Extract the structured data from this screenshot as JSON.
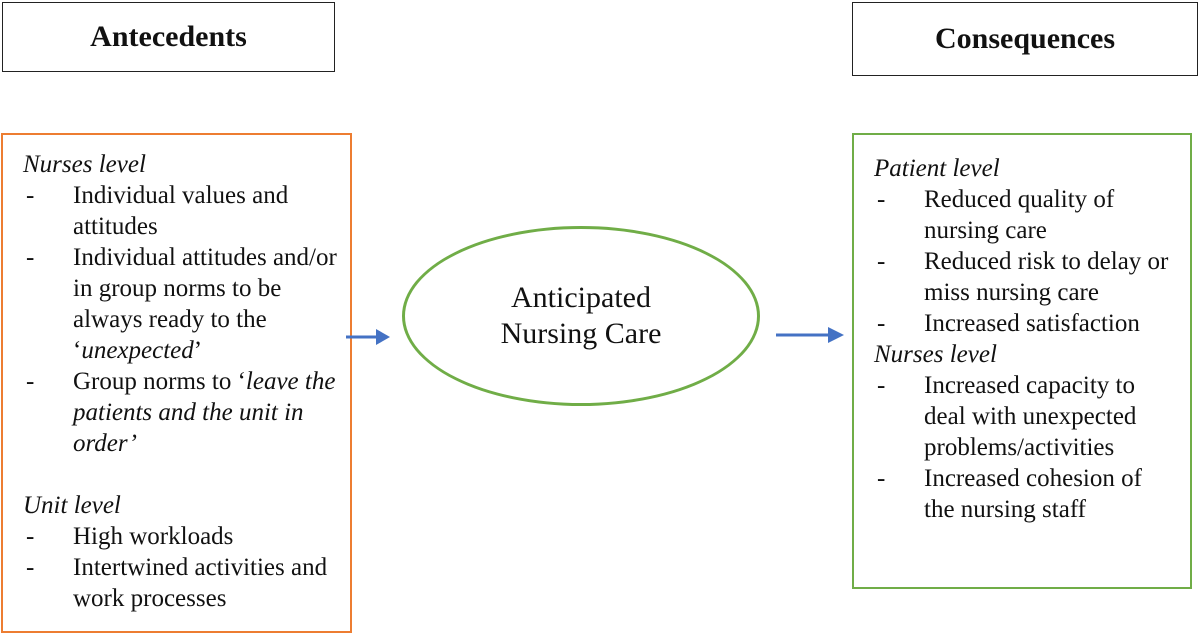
{
  "antecedents": {
    "header": "Antecedents",
    "nurses_level": {
      "title": "Nurses level",
      "item1": "Individual values and attitudes",
      "item2": "Individual attitudes and/or in group norms to be always ready to the ",
      "item2_em": "unexpected",
      "item3_a": "Group norms to ",
      "item3_em": "leave the patients and the unit in order",
      "quote_open": "‘",
      "quote_close": "’"
    },
    "unit_level": {
      "title": "Unit level",
      "item1": "High workloads",
      "item2": "Intertwined activities and work processes"
    }
  },
  "center": {
    "line1": "Anticipated",
    "line2": "Nursing Care"
  },
  "consequences": {
    "header": "Consequences",
    "patient_level": {
      "title": "Patient level",
      "item1": "Reduced quality of nursing care",
      "item2": "Reduced risk to delay or miss nursing care",
      "item3": "Increased satisfaction"
    },
    "nurses_level": {
      "title": "Nurses level",
      "item1": "Increased capacity to deal with unexpected problems/activities",
      "item2": "Increased cohesion of the nursing staff"
    }
  },
  "colors": {
    "antecedents_border": "#ed7d31",
    "consequences_border": "#70ad47",
    "center_border": "#70ad47",
    "arrow": "#4472c4"
  }
}
